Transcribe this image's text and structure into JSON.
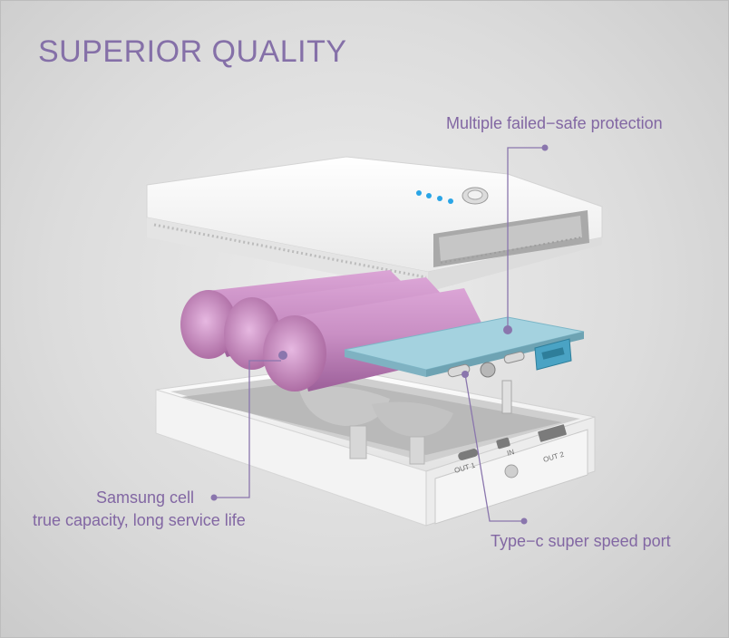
{
  "theme": {
    "heading_color": "#8570a8",
    "label_color": "#8267a3",
    "line_color": "#8a76ad",
    "cell_color": "#c98fc4",
    "board_color": "#8fc6d6",
    "case_color": "#f7f7f7"
  },
  "heading": "SUPERIOR QUALITY",
  "callouts": {
    "protection": "Multiple failed−safe protection",
    "samsung_line1": "Samsung cell",
    "samsung_line2": "true capacity, long service life",
    "typec": "Type−c super speed port"
  },
  "ports": {
    "out1": "OUT 1",
    "in": "IN",
    "out2": "OUT 2"
  }
}
